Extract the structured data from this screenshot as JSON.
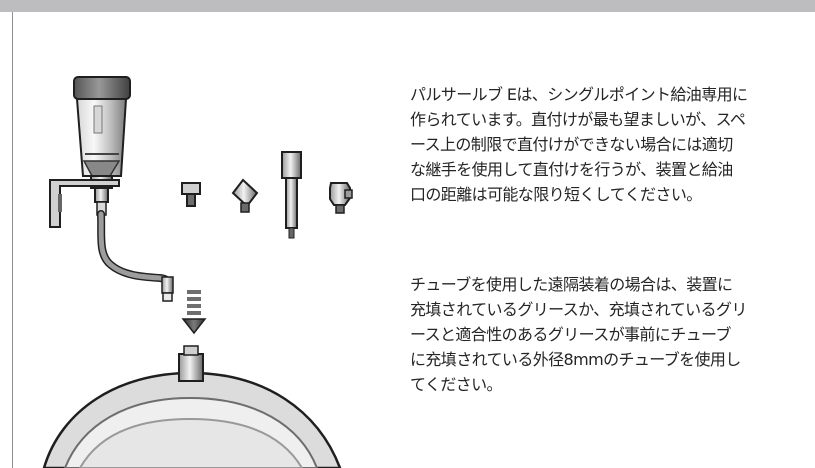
{
  "paragraphs": [
    {
      "lines": [
        "パルサールブ Eは、シングルポイント給油専用に",
        "作られています。直付けが最も望ましいが、スペ",
        "ース上の制限で直付けができない場合には適切",
        "な継手を使用して直付けを行うが、装置と給油",
        "口の距離は可能な限り短くしてください。"
      ]
    },
    {
      "lines": [
        "チューブを使用した遠隔装着の場合は、装置に",
        "充填されているグリースか、充填されているグリ",
        "ースと適合性のあるグリースが事前にチューブ",
        "に充填されている外径8mmのチューブを使用し",
        "てください。"
      ]
    }
  ],
  "colors": {
    "header_band": "#bdbdc0",
    "text": "#252525",
    "metal_light": "#efefef",
    "metal_mid": "#bcbcbc",
    "metal_dark": "#616161",
    "outline": "#1f1f1f"
  },
  "icons": [
    "lubricator-icon",
    "adapter-icon",
    "fitting-icon",
    "extension-icon",
    "elbow-icon",
    "tube-icon",
    "arrow-down-icon",
    "bearing-housing-icon"
  ]
}
